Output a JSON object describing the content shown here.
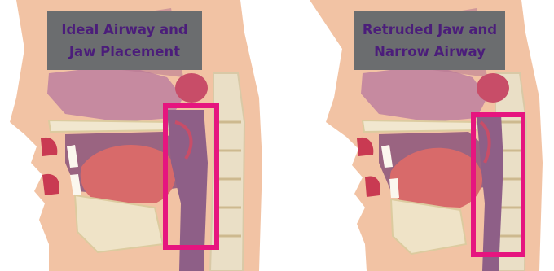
{
  "left": {
    "label_line1": "Ideal Airway and",
    "label_line2": "Jaw Placement"
  },
  "right": {
    "label_line1": "Retruded Jaw and",
    "label_line2": "Narrow Airway"
  },
  "colors": {
    "label_background": "#6b6d6f",
    "label_text": "#4b1d7a",
    "highlight_box": "#e6157f",
    "skin": "#f2c3a4",
    "nasal_cavity": "#c68aa0",
    "airway": "#8e5f87",
    "tongue": "#d86a6a",
    "bone": "#e9dcc0"
  }
}
